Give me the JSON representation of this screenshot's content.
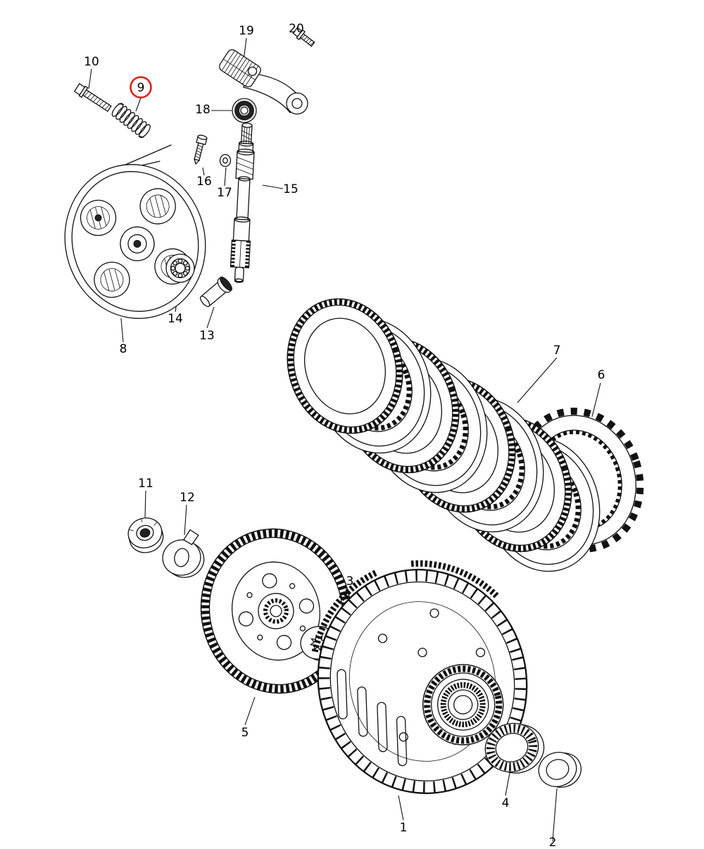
{
  "diagram": {
    "type": "exploded-parts-diagram",
    "subject": "clutch-assembly",
    "background_color": "#ffffff",
    "line_color": "#111111",
    "highlight": {
      "part": "9",
      "color": "#dd2211",
      "shape": "circle-outline"
    },
    "parts": {
      "p1": {
        "label": "1",
        "name": "clutch-housing-basket"
      },
      "p2": {
        "label": "2",
        "name": "thrust-washer"
      },
      "p3": {
        "label": "3",
        "name": "splined-washer"
      },
      "p4": {
        "label": "4",
        "name": "needle-roller-bearing"
      },
      "p5": {
        "label": "5",
        "name": "clutch-sleeve-hub-gear"
      },
      "p6": {
        "label": "6",
        "name": "friction-drive-plate"
      },
      "p7": {
        "label": "7",
        "name": "steel-driven-plate"
      },
      "p8": {
        "label": "8",
        "name": "pressure-plate-assembly"
      },
      "p9": {
        "label": "9",
        "name": "clutch-spring",
        "highlighted": true
      },
      "p10": {
        "label": "10",
        "name": "spring-bolt"
      },
      "p11": {
        "label": "11",
        "name": "spacer"
      },
      "p12": {
        "label": "12",
        "name": "lock-washer"
      },
      "p13": {
        "label": "13",
        "name": "release-pin"
      },
      "p14": {
        "label": "14",
        "name": "release-bearing"
      },
      "p15": {
        "label": "15",
        "name": "release-camshaft"
      },
      "p16": {
        "label": "16",
        "name": "adjuster-screw"
      },
      "p17": {
        "label": "17",
        "name": "washer"
      },
      "p18": {
        "label": "18",
        "name": "oil-seal"
      },
      "p19": {
        "label": "19",
        "name": "clutch-release-arm"
      },
      "p20": {
        "label": "20",
        "name": "arm-bolt"
      }
    }
  }
}
